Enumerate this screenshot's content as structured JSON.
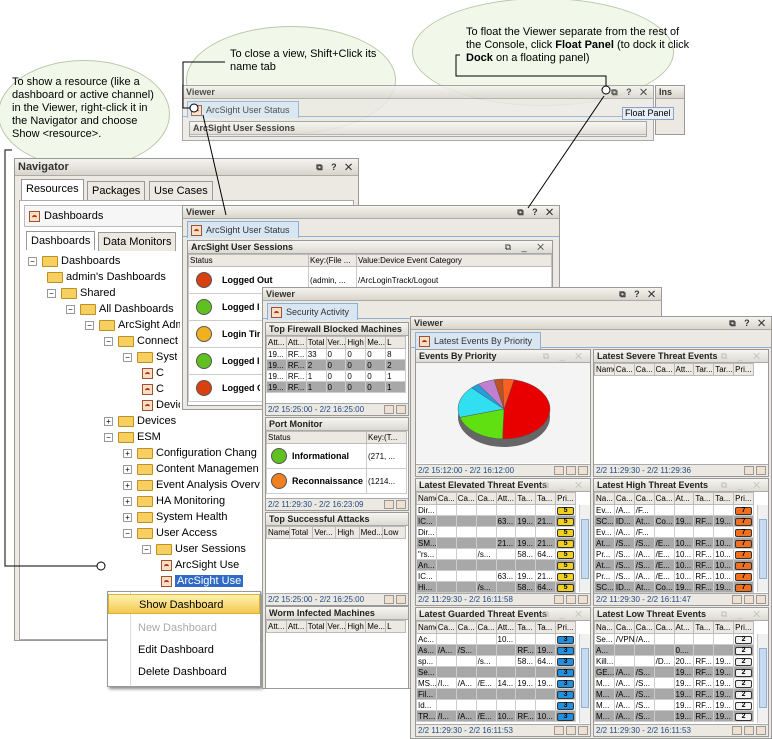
{
  "callouts": {
    "left": "To show a resource (like a dashboard or active channel) in the Viewer, right-click it in the Navigator and choose Show <resource>.",
    "middle": "To close a view, Shift+Click its name tab",
    "right_pre": "To float the Viewer separate from the rest of the Console, click ",
    "right_b1": "Float Panel",
    "right_mid": " (to dock it click ",
    "right_b2": "Dock",
    "right_post": " on a floating panel)"
  },
  "bg_viewer": {
    "title": "Viewer",
    "tab": "ArcSight User Status",
    "panel": "ArcSight User Sessions",
    "inspect": "Ins",
    "tooltip": "Float Panel"
  },
  "navigator": {
    "title": "Navigator",
    "tabs": [
      "Resources",
      "Packages",
      "Use Cases"
    ],
    "resource_type": "Dashboards",
    "subtabs": [
      "Dashboards",
      "Data Monitors"
    ],
    "tree": [
      "Dashboards",
      "admin's Dashboards",
      "Shared",
      "All Dashboards",
      "ArcSight Adm",
      "Connect",
      "Syst",
      "C",
      "C",
      "Device Status",
      "Devices",
      "ESM",
      "Configuration Chang",
      "Content Managemen",
      "Event Analysis Overv",
      "HA Monitoring",
      "System Health",
      "User Access",
      "User Sessions",
      "ArcSight Use",
      "ArcSight Use"
    ]
  },
  "context_menu": [
    "Show Dashboard",
    "New Dashboard",
    "Edit Dashboard",
    "Delete Dashboard"
  ],
  "viewer_user_status": {
    "title": "Viewer",
    "tab": "ArcSight User Status",
    "panel": "ArcSight User Sessions",
    "headers": [
      "Status",
      "Key:(File ...",
      "Value:Device Event Category"
    ],
    "rows": [
      {
        "status": "Logged Out",
        "key": "(admin, ...",
        "value": "/ArcLoginTrack/Logout",
        "color": "#d84010"
      },
      {
        "status": "Logged In",
        "key": "",
        "value": "",
        "color": "#60c020"
      },
      {
        "status": "Login Time",
        "key": "",
        "value": "",
        "color": "#f0b020"
      },
      {
        "status": "Logged In",
        "key": "",
        "value": "",
        "color": "#60c020"
      },
      {
        "status": "Logged Ou",
        "key": "",
        "value": "",
        "color": "#d84010"
      }
    ]
  },
  "viewer_security": {
    "title": "Viewer",
    "tab": "Security Activity",
    "firewall": {
      "title": "Top Firewall Blocked Machines",
      "headers": [
        "Att...",
        "Att...",
        "Total",
        "Ver...",
        "High",
        "Me...",
        "L"
      ],
      "rows": [
        [
          "19...",
          "RF...",
          "33",
          "0",
          "0",
          "0",
          "8"
        ],
        [
          "19...",
          "RF...",
          "2",
          "0",
          "0",
          "0",
          "2"
        ],
        [
          "19...",
          "RF...",
          "1",
          "0",
          "0",
          "0",
          "1"
        ],
        [
          "19...",
          "RF...",
          "1",
          "0",
          "0",
          "0",
          "1"
        ]
      ],
      "footer": "2/2 15:25:00 - 2/2 16:25:00"
    },
    "port": {
      "title": "Port Monitor",
      "headers": [
        "Status",
        "Key:(T..."
      ],
      "rows": [
        {
          "status": "Informational",
          "key": "(271, ...",
          "color": "#60c020"
        },
        {
          "status": "Reconnaissance",
          "key": "(1214...",
          "color": "#f08020"
        }
      ],
      "footer": "2/2 11:29:30 - 2/2 16:23:09"
    },
    "attacks": {
      "title": "Top Successful Attacks",
      "headers": [
        "Name",
        "Total",
        "Ver...",
        "High",
        "Med...",
        "Low"
      ],
      "rows": [],
      "footer": "2/2 15:25:00 - 2/2 16:25:00"
    },
    "worm": {
      "title": "Worm Infected Machines",
      "headers": [
        "Att...",
        "Att...",
        "Total",
        "Ver...",
        "High",
        "Me...",
        "L"
      ],
      "rows": []
    }
  },
  "viewer_priority": {
    "title": "Viewer",
    "tab": "Latest Events By Priority",
    "pie": {
      "title": "Events By Priority",
      "footer": "2/2 15:12:00 - 2/2 16:12:00",
      "slices": [
        {
          "value": 47,
          "color": "#e80000"
        },
        {
          "value": 20,
          "color": "#60e010"
        },
        {
          "value": 17,
          "color": "#30e0f0"
        },
        {
          "value": 3,
          "color": "#20a0e0"
        },
        {
          "value": 6,
          "color": "#c080d0"
        },
        {
          "value": 3,
          "color": "#c05020"
        },
        {
          "value": 4,
          "color": "#ff6020"
        }
      ]
    },
    "severe": {
      "title": "Latest Severe Threat Events",
      "headers": [
        "Name",
        "Ca...",
        "Ca...",
        "Ca...",
        "Att...",
        "Tar...",
        "Tar...",
        "Pri..."
      ],
      "rows": [],
      "footer": "2/2 11:29:30 - 2/2 11:29:36"
    },
    "elevated": {
      "title": "Latest Elevated Threat Events",
      "headers": [
        "Name",
        "Ca...",
        "Ca...",
        "Ca...",
        "Att...",
        "Ta...",
        "Ta...",
        "Pri..."
      ],
      "priority": "5",
      "badge_color": "#f0d020",
      "rows": [
        [
          "Dir...",
          "",
          "",
          "",
          "",
          "",
          ""
        ],
        [
          "IC...",
          "",
          "",
          "",
          "63...",
          "19...",
          "21..."
        ],
        [
          "Dir...",
          "",
          "",
          "",
          "",
          "",
          ""
        ],
        [
          "SM...",
          "",
          "",
          "",
          "21...",
          "19...",
          "21..."
        ],
        [
          "\"rs...",
          "",
          "",
          "/s...",
          "",
          "58...",
          "64..."
        ],
        [
          "An...",
          "",
          "",
          "",
          "",
          "",
          ""
        ],
        [
          "IC...",
          "",
          "",
          "",
          "63...",
          "19...",
          "21..."
        ],
        [
          "Hi...",
          "",
          "",
          "/s...",
          "",
          "58...",
          "64..."
        ]
      ],
      "footer": "2/2 11:29:30 - 2/2 16:11:58"
    },
    "high": {
      "title": "Latest High Threat Events",
      "headers": [
        "Na...",
        "Ca...",
        "Ca...",
        "Ca...",
        "At...",
        "Ta...",
        "Ta...",
        "Pri..."
      ],
      "priority": "7",
      "badge_color": "#f07020",
      "rows": [
        [
          "Ev...",
          "/A...",
          "/F...",
          "",
          "",
          "",
          ""
        ],
        [
          "SC...",
          "ID...",
          "At...",
          "Co...",
          "19...",
          "RF...",
          "19..."
        ],
        [
          "Ev...",
          "/A...",
          "/F...",
          "",
          "",
          "",
          ""
        ],
        [
          "At...",
          "/S...",
          "/S...",
          "/E...",
          "10...",
          "RF...",
          "10..."
        ],
        [
          "Pr...",
          "/S...",
          "/A...",
          "/E...",
          "10...",
          "RF...",
          "10..."
        ],
        [
          "At...",
          "/S...",
          "/S...",
          "/E...",
          "10...",
          "RF...",
          "10..."
        ],
        [
          "Pr...",
          "/S...",
          "/A...",
          "/E...",
          "10...",
          "RF...",
          "10..."
        ],
        [
          "SC...",
          "ID...",
          "At...",
          "Co...",
          "19...",
          "RF...",
          "19..."
        ]
      ],
      "footer": "2/2 11:29:30 - 2/2 16:11:47"
    },
    "guarded": {
      "title": "Latest Guarded Threat Events",
      "headers": [
        "Name",
        "Ca...",
        "Ca...",
        "Ca...",
        "Att...",
        "Ta...",
        "Ta...",
        "Pri..."
      ],
      "priority": "3",
      "badge_color": "#2090e0",
      "rows": [
        [
          "Ac...",
          "",
          "",
          "",
          "10...",
          "",
          ""
        ],
        [
          "As...",
          "/A...",
          "/S...",
          "",
          "",
          "RF...",
          "19..."
        ],
        [
          "sp...",
          "",
          "",
          "/s...",
          "",
          "58...",
          "64..."
        ],
        [
          "Se...",
          "",
          "",
          "",
          "",
          "",
          ""
        ],
        [
          "MS...",
          "/I...",
          "/A...",
          "/E...",
          "14...",
          "19...",
          "19..."
        ],
        [
          "Fil...",
          "",
          "",
          "",
          "",
          "",
          ""
        ],
        [
          "Id...",
          "",
          "",
          "",
          "",
          "",
          ""
        ],
        [
          "TR...",
          "/I...",
          "/A...",
          "/E...",
          "10...",
          "RF...",
          "10..."
        ]
      ],
      "footer": "2/2 11:29:30 - 2/2 16:11:53"
    },
    "low": {
      "title": "Latest Low Threat Events",
      "headers": [
        "Na...",
        "Ca...",
        "Ca...",
        "Ca...",
        "At...",
        "Ta...",
        "Ta...",
        "Pri..."
      ],
      "priority": "2",
      "badge_color": "#f4f4f4",
      "rows": [
        [
          "Se...",
          "/VPN",
          "/A...",
          "",
          "",
          "",
          ""
        ],
        [
          "A...",
          "",
          "",
          "",
          "0....",
          "",
          ""
        ],
        [
          "Kill...",
          "",
          "",
          "/D...",
          "20...",
          "RF...",
          "19..."
        ],
        [
          "GE...",
          "/A...",
          "/S...",
          "",
          "19...",
          "RF...",
          "19..."
        ],
        [
          "M...",
          "/A...",
          "/S...",
          "",
          "19...",
          "RF...",
          "19..."
        ],
        [
          "M...",
          "/A...",
          "/S...",
          "",
          "19...",
          "RF...",
          "19..."
        ],
        [
          "M...",
          "/A...",
          "/S...",
          "",
          "19...",
          "RF...",
          "19..."
        ],
        [
          "M...",
          "/A...",
          "/S...",
          "",
          "19...",
          "RF...",
          "19..."
        ]
      ],
      "footer": "2/2 11:29:30 - 2/2 16:11:53"
    }
  }
}
